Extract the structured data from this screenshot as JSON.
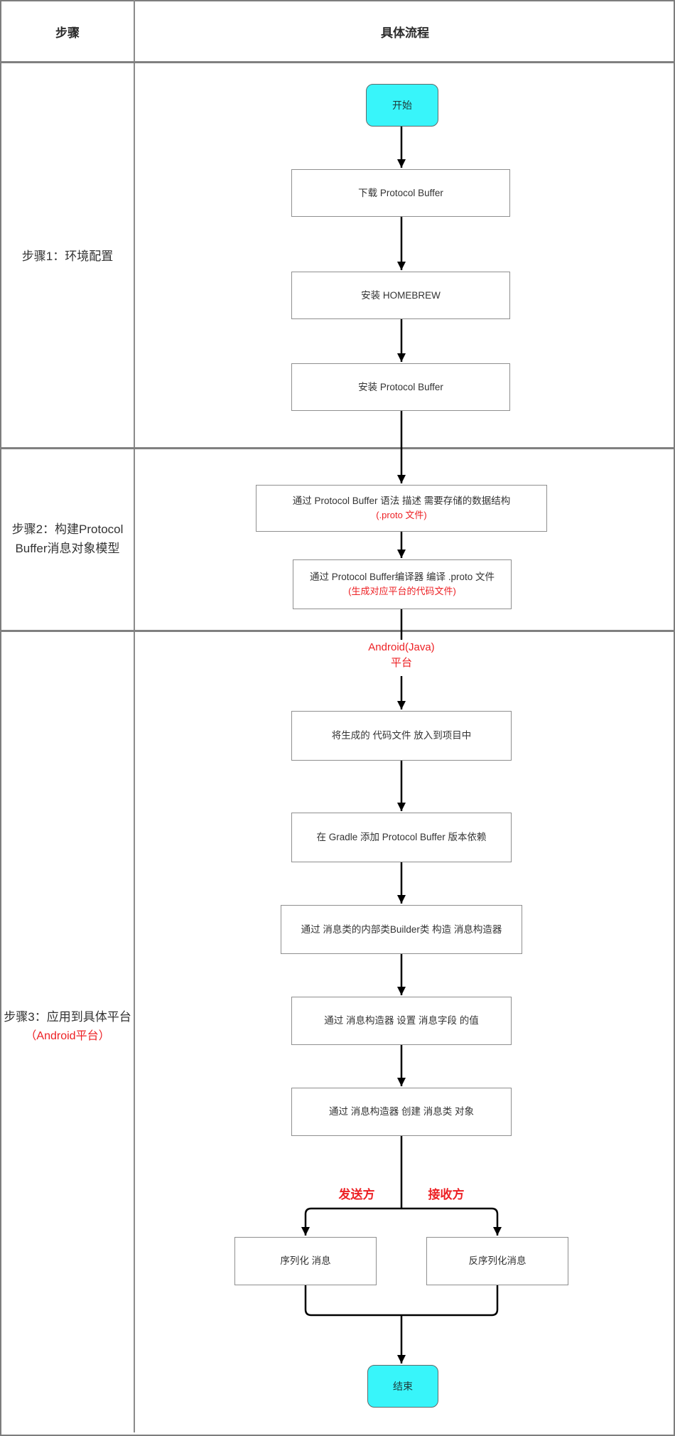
{
  "table": {
    "header": {
      "steps_col": "步骤",
      "process_col": "具体流程"
    },
    "rows": [
      {
        "label": "步骤1：环境配置",
        "sublabel": ""
      },
      {
        "label": "步骤2：构建Protocol Buffer消息对象模型",
        "sublabel": ""
      },
      {
        "label": "步骤3：应用到具体平台",
        "sublabel": "（Android平台）"
      }
    ]
  },
  "flow": {
    "start_label": "开始",
    "end_label": "结束",
    "boxes": [
      {
        "text": "下载 Protocol Buffer",
        "sub": ""
      },
      {
        "text": "安装 HOMEBREW",
        "sub": ""
      },
      {
        "text": "安装 Protocol Buffer",
        "sub": ""
      },
      {
        "text": "通过 Protocol Buffer 语法 描述 需要存储的数据结构",
        "sub": "(.proto 文件)"
      },
      {
        "text": "通过 Protocol Buffer编译器 编译 .proto 文件",
        "sub": "(生成对应平台的代码文件)"
      },
      {
        "text": "将生成的 代码文件 放入到项目中",
        "sub": ""
      },
      {
        "text": "在 Gradle 添加 Protocol Buffer 版本依赖",
        "sub": ""
      },
      {
        "text": "通过 消息类的内部类Builder类 构造 消息构造器",
        "sub": ""
      },
      {
        "text": "通过 消息构造器 设置 消息字段 的值",
        "sub": ""
      },
      {
        "text": "通过 消息构造器 创建 消息类 对象",
        "sub": ""
      },
      {
        "text": "序列化 消息",
        "sub": ""
      },
      {
        "text": "反序列化消息",
        "sub": ""
      }
    ],
    "annotations": {
      "platform_line1": "Android(Java)",
      "platform_line2": "平台",
      "sender": "发送方",
      "receiver": "接收方"
    }
  },
  "colors": {
    "accent_red": "#ed2024",
    "node_fill_cyan": "#38f5fa",
    "grid_gray": "#808080",
    "box_border_gray": "#8f8f8f"
  }
}
